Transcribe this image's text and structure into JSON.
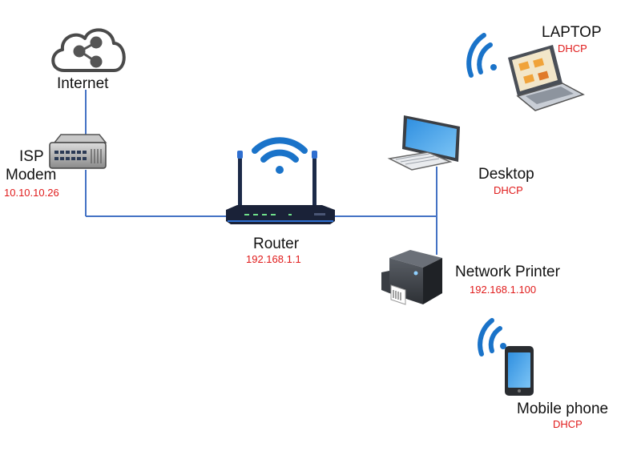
{
  "colors": {
    "link": "#4472c4",
    "ip_text": "#e01b1b",
    "wifi": "#1a73c9"
  },
  "nodes": {
    "internet": {
      "label": "Internet",
      "icon": "cloud-share-icon"
    },
    "isp": {
      "label_line1": "ISP",
      "label_line2": "Modem",
      "ip": "10.10.10.26",
      "icon": "modem-icon"
    },
    "router": {
      "label": "Router",
      "ip": "192.168.1.1",
      "icon": "router-icon"
    },
    "laptop": {
      "label": "LAPTOP",
      "ip": "DHCP",
      "icon": "laptop-icon"
    },
    "desktop": {
      "label": "Desktop",
      "ip": "DHCP",
      "icon": "desktop-icon"
    },
    "printer": {
      "label": "Network Printer",
      "ip": "192.168.1.100",
      "icon": "printer-icon"
    },
    "phone": {
      "label": "Mobile phone",
      "ip": "DHCP",
      "icon": "mobile-phone-icon"
    }
  },
  "connections": [
    [
      "internet",
      "isp"
    ],
    [
      "isp",
      "router"
    ],
    [
      "router",
      "desktop"
    ],
    [
      "router",
      "printer"
    ]
  ]
}
